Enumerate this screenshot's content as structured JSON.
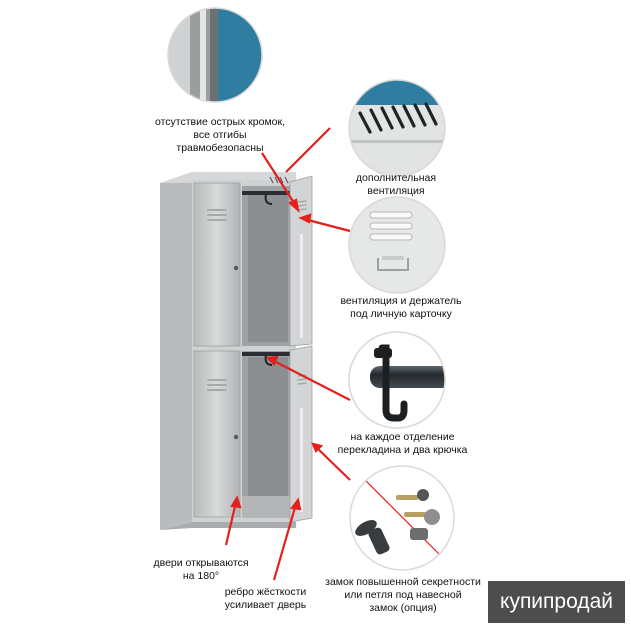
{
  "callouts": {
    "edges": {
      "lines": [
        "отсутствие острых кромок,",
        "все отгибы",
        "травмобезопасны"
      ]
    },
    "ventilation": {
      "lines": [
        "дополнительная",
        "вентиляция"
      ]
    },
    "card_holder": {
      "lines": [
        "вентиляция и держатель",
        "под личную карточку"
      ]
    },
    "hooks": {
      "lines": [
        "на каждое отделение",
        "перекладина и два крючка"
      ]
    },
    "doors": {
      "lines": [
        "двери открываются",
        "на 180°"
      ]
    },
    "rib": {
      "lines": [
        "ребро жёсткости",
        "усиливает дверь"
      ]
    },
    "lock": {
      "lines": [
        "замок повышенной секретности",
        "или петля под навесной",
        "замок (опция)"
      ]
    }
  },
  "watermark": "купипродай",
  "colors": {
    "accent_red": "#e3201b",
    "metal": "#c9cbcc",
    "dark": "#2a2d31",
    "teal": "#2f7da0"
  }
}
